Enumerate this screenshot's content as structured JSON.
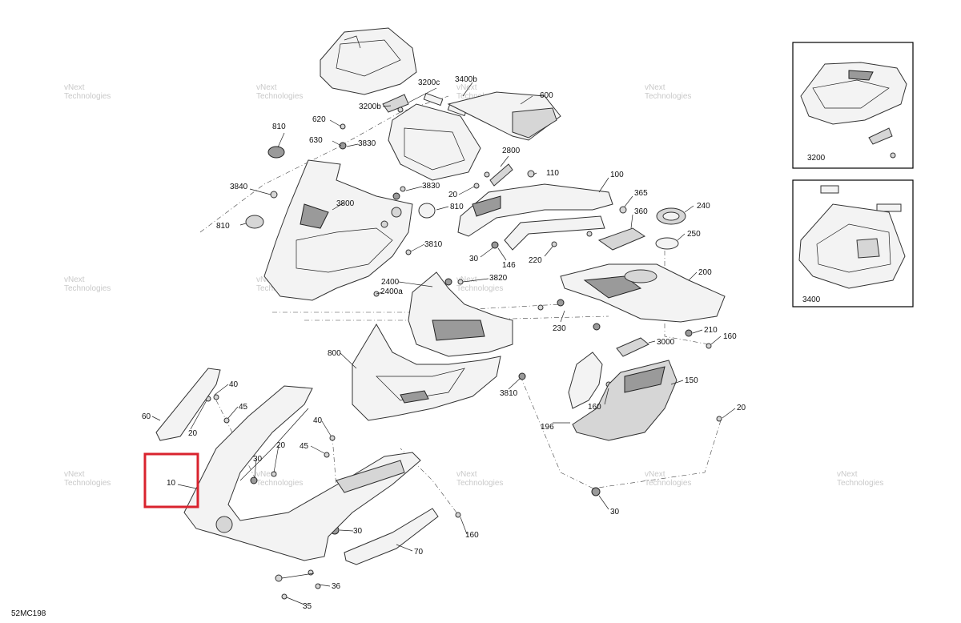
{
  "diagram": {
    "code": "52MC198",
    "watermark": "vNext\nTechnologies",
    "insets": [
      {
        "id": "inset-3200",
        "label": "3200"
      },
      {
        "id": "inset-3400",
        "label": "3400"
      }
    ],
    "labels": [
      {
        "id": "lbl-3200c",
        "text": "3200c"
      },
      {
        "id": "lbl-3400b",
        "text": "3400b"
      },
      {
        "id": "lbl-600",
        "text": "600"
      },
      {
        "id": "lbl-3200b",
        "text": "3200b"
      },
      {
        "id": "lbl-620",
        "text": "620"
      },
      {
        "id": "lbl-810a",
        "text": "810"
      },
      {
        "id": "lbl-630",
        "text": "630"
      },
      {
        "id": "lbl-3830a",
        "text": "3830"
      },
      {
        "id": "lbl-2800",
        "text": "2800"
      },
      {
        "id": "lbl-110",
        "text": "110"
      },
      {
        "id": "lbl-100",
        "text": "100"
      },
      {
        "id": "lbl-3840",
        "text": "3840"
      },
      {
        "id": "lbl-3830b",
        "text": "3830"
      },
      {
        "id": "lbl-20a",
        "text": "20"
      },
      {
        "id": "lbl-365",
        "text": "365"
      },
      {
        "id": "lbl-240",
        "text": "240"
      },
      {
        "id": "lbl-3800",
        "text": "3800"
      },
      {
        "id": "lbl-810b",
        "text": "810"
      },
      {
        "id": "lbl-360",
        "text": "360"
      },
      {
        "id": "lbl-810c",
        "text": "810"
      },
      {
        "id": "lbl-250",
        "text": "250"
      },
      {
        "id": "lbl-3810a",
        "text": "3810"
      },
      {
        "id": "lbl-30a",
        "text": "30"
      },
      {
        "id": "lbl-146",
        "text": "146"
      },
      {
        "id": "lbl-220",
        "text": "220"
      },
      {
        "id": "lbl-200",
        "text": "200"
      },
      {
        "id": "lbl-2400",
        "text": "2400"
      },
      {
        "id": "lbl-2400a",
        "text": "2400a"
      },
      {
        "id": "lbl-3820",
        "text": "3820"
      },
      {
        "id": "lbl-230",
        "text": "230"
      },
      {
        "id": "lbl-210",
        "text": "210"
      },
      {
        "id": "lbl-3000",
        "text": "3000"
      },
      {
        "id": "lbl-160a",
        "text": "160"
      },
      {
        "id": "lbl-800",
        "text": "800"
      },
      {
        "id": "lbl-3810b",
        "text": "3810"
      },
      {
        "id": "lbl-150",
        "text": "150"
      },
      {
        "id": "lbl-40a",
        "text": "40"
      },
      {
        "id": "lbl-45a",
        "text": "45"
      },
      {
        "id": "lbl-60",
        "text": "60"
      },
      {
        "id": "lbl-20b",
        "text": "20"
      },
      {
        "id": "lbl-160b",
        "text": "160"
      },
      {
        "id": "lbl-196",
        "text": "196"
      },
      {
        "id": "lbl-20c",
        "text": "20"
      },
      {
        "id": "lbl-40b",
        "text": "40"
      },
      {
        "id": "lbl-20d",
        "text": "20"
      },
      {
        "id": "lbl-45b",
        "text": "45"
      },
      {
        "id": "lbl-30b",
        "text": "30"
      },
      {
        "id": "lbl-10",
        "text": "10"
      },
      {
        "id": "lbl-30c",
        "text": "30"
      },
      {
        "id": "lbl-30d",
        "text": "30"
      },
      {
        "id": "lbl-160c",
        "text": "160"
      },
      {
        "id": "lbl-70",
        "text": "70"
      },
      {
        "id": "lbl-36",
        "text": "36"
      },
      {
        "id": "lbl-35",
        "text": "35"
      }
    ]
  }
}
